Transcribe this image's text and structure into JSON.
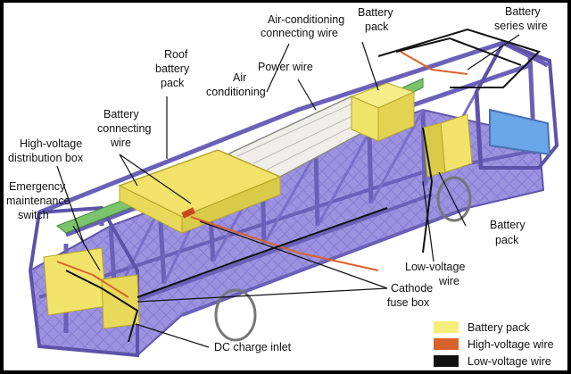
{
  "labels": {
    "ac_wire_l1": "Air-conditioning",
    "ac_wire_l2": "connecting wire",
    "battery_pack_top_l1": "Battery",
    "battery_pack_top_l2": "pack",
    "battery_series_l1": "Battery",
    "battery_series_l2": "series wire",
    "roof_l1": "Roof",
    "roof_l2": "battery",
    "roof_l3": "pack",
    "power_wire": "Power wire",
    "aircon_l1": "Air",
    "aircon_l2": "conditioning",
    "batt_conn_l1": "Battery",
    "batt_conn_l2": "connecting",
    "batt_conn_l3": "wire",
    "hv_dist_l1": "High-voltage",
    "hv_dist_l2": "distribution box",
    "emerg_l1": "Emergency",
    "emerg_l2": "maintenance",
    "emerg_l3": "switch",
    "battery_pack_side_l1": "Battery",
    "battery_pack_side_l2": "pack",
    "low_voltage_l1": "Low-voltage",
    "low_voltage_l2": "wire",
    "cathode_l1": "Cathode",
    "cathode_l2": "fuse box",
    "dc_charge": "DC charge inlet"
  },
  "legend": [
    {
      "label": "Battery pack",
      "color": "#f5ef7a"
    },
    {
      "label": "High-voltage wire",
      "color": "#d9622b"
    },
    {
      "label": "Low-voltage wire",
      "color": "#111111"
    }
  ],
  "colors": {
    "frame": "#8a7fd6",
    "frame_dark": "#6b60b8",
    "battery": "#f1e36a",
    "roof_panel": "#ecebe4",
    "green_rail": "#6db66a",
    "hv_wire": "#d9622b",
    "lv_wire": "#111111"
  }
}
